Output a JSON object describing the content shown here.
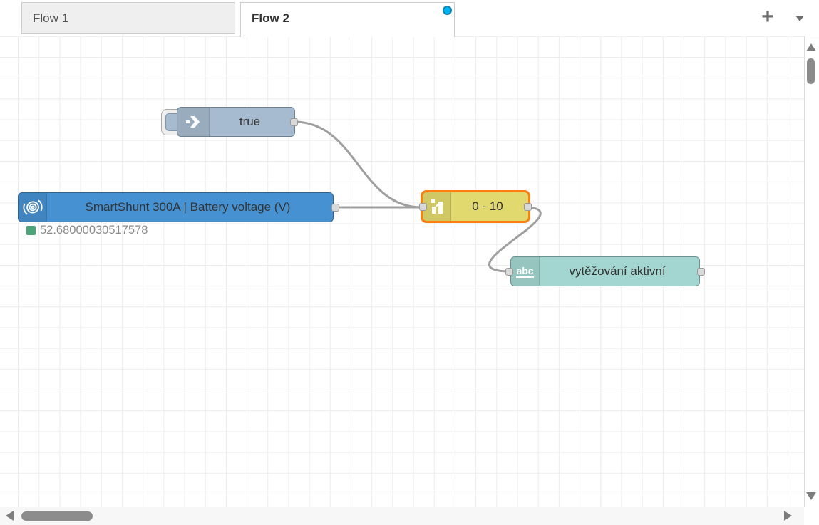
{
  "tab_bar": {
    "tabs": [
      {
        "label": "Flow 1",
        "active": false,
        "modified": false
      },
      {
        "label": "Flow 2",
        "active": true,
        "modified": true
      }
    ],
    "add_tab_label": "+",
    "tab_menu_icon": "chevron-down-icon"
  },
  "flow": {
    "nodes": {
      "inject": {
        "type": "inject",
        "label": "true",
        "icon": "inject-arrow-icon"
      },
      "victron": {
        "type": "victron-smartshunt",
        "label": "SmartShunt 300A | Battery voltage (V)",
        "icon": "victron-logo-icon",
        "status_text": "52.68000030517578"
      },
      "range": {
        "type": "range",
        "label": "0 - 10",
        "icon": "range-icon",
        "selected": true
      },
      "text": {
        "type": "ui-text",
        "label": "vytěžování aktivní",
        "icon_text": "abc"
      }
    },
    "wires": [
      {
        "from": "inject",
        "to": "range"
      },
      {
        "from": "victron",
        "to": "range"
      },
      {
        "from": "range",
        "to": "text"
      }
    ]
  },
  "colors": {
    "inject_node": "#a6bbcf",
    "victron_node": "#4691d1",
    "range_node": "#e2d96e",
    "text_node": "#a3d6d0",
    "selection_border": "#ff7f0e",
    "wire": "#9f9f9f",
    "status_green": "#4CA578",
    "modified_dot": "#00b4f3",
    "grid_line": "#ececec"
  }
}
